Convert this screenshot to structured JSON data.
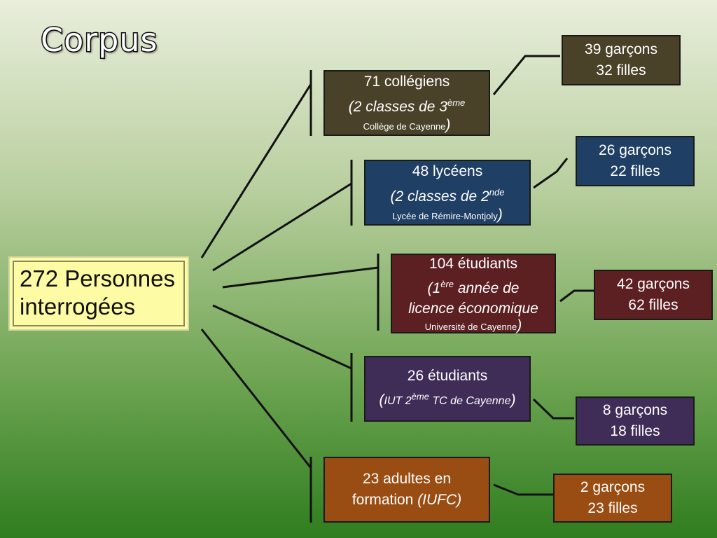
{
  "title": "Corpus",
  "root": {
    "line1": "272 Personnes",
    "line2": "interrogées"
  },
  "groups": [
    {
      "main": "71 collégiens",
      "detail_pre": "(2 classes de 3",
      "detail_sup": "ème",
      "school": "Collège de Cayenne",
      "close": ")",
      "boys": "39 garçons",
      "girls": "32 filles",
      "color": "#4a4228"
    },
    {
      "main": "48 lycéens",
      "detail_pre": "(2 classes de 2",
      "detail_sup": "nde",
      "school": "Lycée de Rémire-Montjoly",
      "close": ")",
      "boys": "26 garçons",
      "girls": "22 filles",
      "color": "#1f3f64"
    },
    {
      "main": "104 étudiants",
      "detail_pre": "(1",
      "detail_sup": "ère",
      "detail_post": " année de",
      "detail_line2": "licence économique",
      "school": "Université de Cayenne",
      "close": ")",
      "boys": "42 garçons",
      "girls": "62 filles",
      "color": "#5c1f22"
    },
    {
      "main": "26 étudiants",
      "open": "(",
      "detail_pre": "IUT 2",
      "detail_sup": "ème",
      "detail_post": " TC de Cayenne",
      "close": ")",
      "boys": "8 garçons",
      "girls": "18 filles",
      "color": "#3f2c57"
    },
    {
      "main": "23 adultes en",
      "line2_pre": "formation ",
      "line2_it": "(IUFC)",
      "boys": "2 garçons",
      "girls": "23 filles",
      "color": "#9a4d12"
    }
  ]
}
